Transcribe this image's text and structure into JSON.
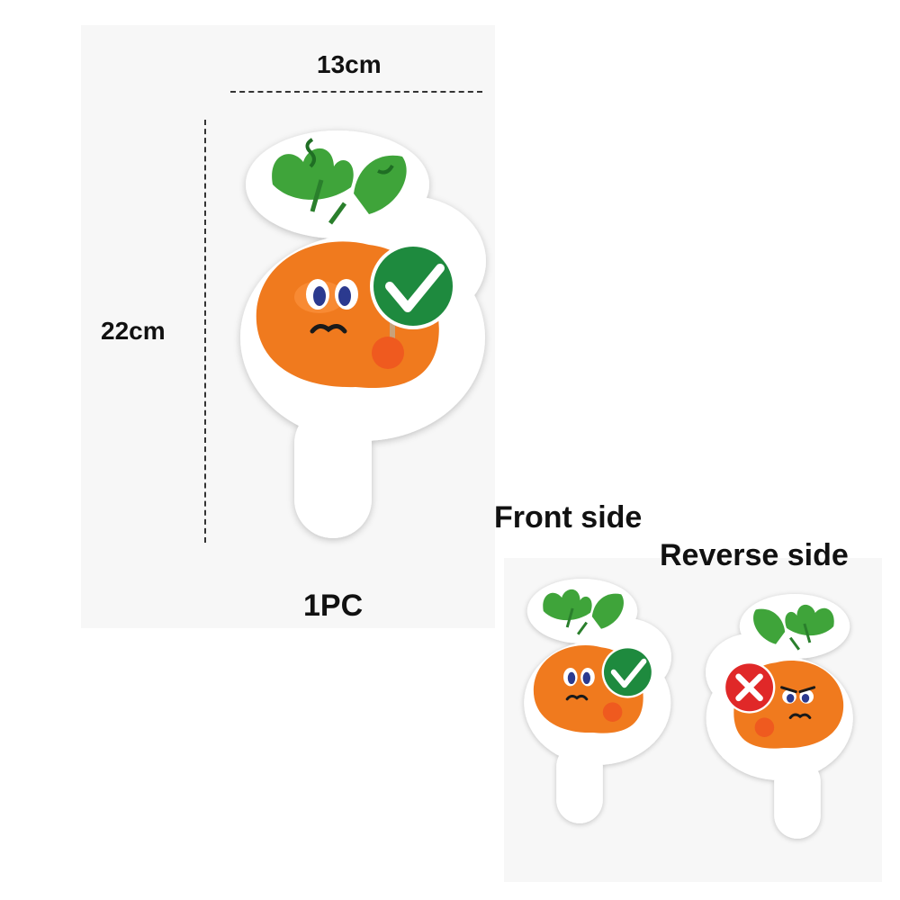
{
  "dimensions": {
    "width": "13cm",
    "height": "22cm"
  },
  "quantity": "1PC",
  "sides": {
    "front": "Front side",
    "reverse": "Reverse side"
  },
  "colors": {
    "carrot": "#f07a1e",
    "leaf": "#3fa43a",
    "leaf_dark": "#2a7f2c",
    "check_badge": "#1e8a3e",
    "cross_badge": "#e02828",
    "outline": "#ffffff",
    "eye": "#2b3a8f"
  },
  "icons": {
    "approve": "check-icon",
    "reject": "cross-icon",
    "face": "mustache-icon"
  }
}
